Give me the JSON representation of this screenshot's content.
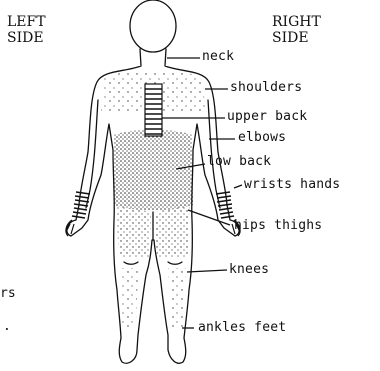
{
  "sides": {
    "left": "LEFT\nSIDE",
    "right": "RIGHT\nSIDE"
  },
  "parts": {
    "neck": "neck",
    "shoulders": "shoulders",
    "upper_back": "upper back",
    "elbows": "elbows",
    "low_back": "low back",
    "wrists_hands": "wrists hands",
    "hips_thighs": "hips thighs",
    "knees": "knees",
    "ankles_feet": "ankles feet"
  },
  "cropped_text": [
    "rs",
    "."
  ]
}
